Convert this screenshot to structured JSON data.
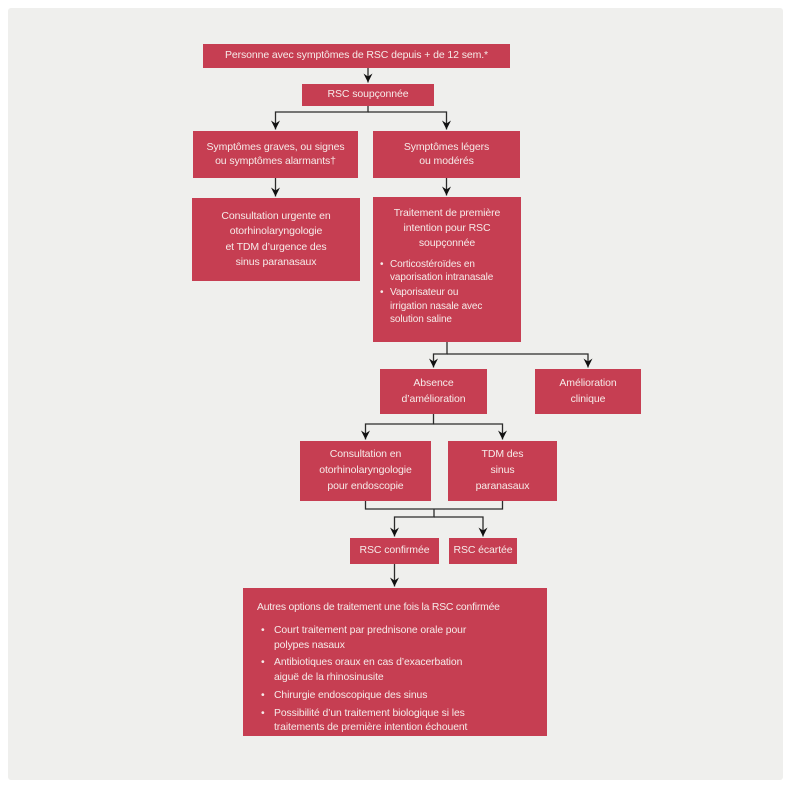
{
  "colors": {
    "box": "#c63e52",
    "box_text": "#f6ebe9",
    "panel_bg": "#efefed",
    "page_bg": "#ffffff",
    "connector": "#2b2b2b",
    "arrow": "#111111"
  },
  "nodes": {
    "start": "Personne avec symptômes de RSC depuis + de 12 sem.*",
    "suspected": "RSC soupçonnée",
    "severe": [
      "Symptômes graves, ou signes",
      "ou symptômes alarmants†"
    ],
    "mild": [
      "Symptômes légers",
      "ou modérés"
    ],
    "urgent": [
      "Consultation urgente en",
      "otorhinolaryngologie",
      "et TDM d’urgence des",
      "sinus paranasaux"
    ],
    "first_line": {
      "heading": [
        "Traitement de première",
        "intention pour RSC",
        "soupçonnée"
      ],
      "bullets": [
        [
          "Corticostéroïdes en",
          "vaporisation intranasale"
        ],
        [
          "Vaporisateur ou",
          "irrigation nasale avec",
          "solution saline"
        ]
      ]
    },
    "no_improvement": [
      "Absence",
      "d’amélioration"
    ],
    "improvement": [
      "Amélioration",
      "clinique"
    ],
    "endoscopy": [
      "Consultation en",
      "otorhinolaryngologie",
      "pour endoscopie"
    ],
    "ct": [
      "TDM des",
      "sinus",
      "paranasaux"
    ],
    "confirmed": "RSC confirmée",
    "ruled_out": "RSC écartée",
    "options": {
      "heading": "Autres options de traitement une fois la RSC confirmée",
      "bullets": [
        [
          "Court traitement par prednisone orale pour",
          "polypes nasaux"
        ],
        [
          "Antibiotiques oraux en cas d’exacerbation",
          "aiguë de la rhinosinusite"
        ],
        [
          "Chirurgie endoscopique des sinus"
        ],
        [
          "Possibilité d’un traitement biologique si les",
          "traitements de première intention échouent"
        ]
      ]
    }
  }
}
